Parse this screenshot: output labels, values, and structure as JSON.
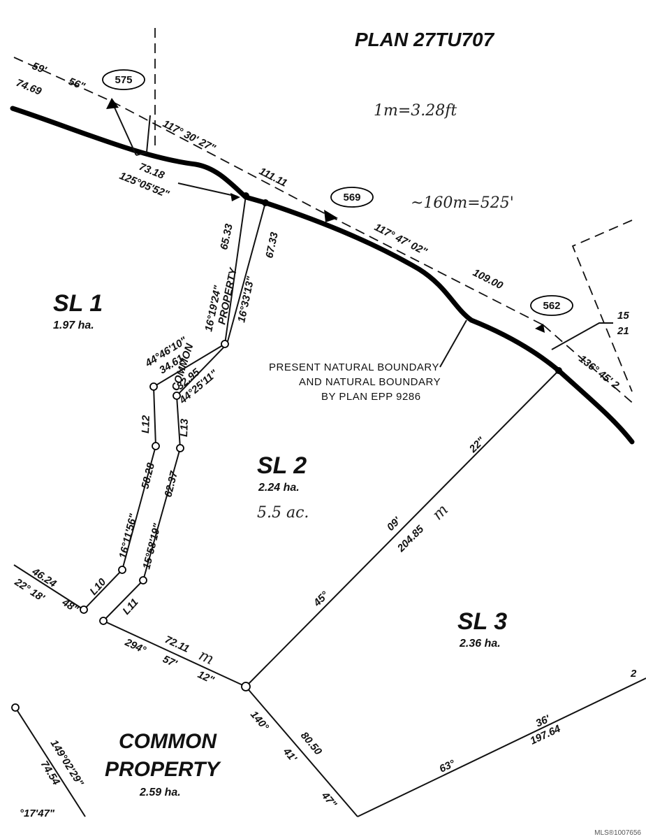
{
  "plan_title": "PLAN 27TU707",
  "handwritten": {
    "conversion": "1m=3.28ft",
    "length_note": "~160m=525'",
    "acreage_note": "5.5 ac.",
    "metres_1": "m",
    "metres_2": "m"
  },
  "lots": {
    "sl1": {
      "name": "SL 1",
      "area": "1.97 ha."
    },
    "sl2": {
      "name": "SL 2",
      "area": "2.24 ha."
    },
    "sl3": {
      "name": "SL 3",
      "area": "2.36 ha."
    },
    "common": {
      "name_line1": "COMMON",
      "name_line2": "PROPERTY",
      "area": "2.59 ha."
    },
    "common_strip": {
      "line1": "COMMON",
      "line2": "PROPERTY"
    }
  },
  "boundary_note": {
    "line1": "PRESENT NATURAL BOUNDARY",
    "line2": "AND NATURAL BOUNDARY",
    "line3": "BY PLAN EPP 9286"
  },
  "monuments": {
    "m575": "575",
    "m569": "569",
    "m562": "562"
  },
  "line_labels": {
    "l10": "L10",
    "l11": "L11",
    "l12": "L12",
    "l13": "L13"
  },
  "dimensions": {
    "top_left_bearing_a": "59'",
    "top_left_bearing_b": "56\"",
    "top_left_distance": "74.69",
    "tie_distance": "73.18",
    "tie_bearing": "125°05'52\"",
    "brg_575_569": "117° 30' 27\"",
    "dist_575_569": "111.11",
    "brg_569_562": "117° 47' 02\"",
    "dist_569_562": "109.00",
    "right_bearing": "136° 45' 2",
    "right_edge_a": "15",
    "right_edge_b": "21",
    "cp_west_bearing": "16°19'24\"",
    "cp_west_distance": "65.33",
    "cp_east_bearing": "16°33'13\"",
    "cp_east_distance": "67.33",
    "cp_nw_bearing": "44°46'10\"",
    "cp_nw_distance": "34.61",
    "cp_ne_distance": "32.95",
    "cp_ne_bearing": "44°25'11\"",
    "sw_distance_1": "58.28",
    "sw_bearing_1": "16°11'56\"",
    "sw_distance_2": "62.37",
    "sw_bearing_2": "15°58'19\"",
    "left_distance": "46.24",
    "left_bearing_a": "22° 18'",
    "left_bearing_b": "48\"",
    "south_distance": "72.11",
    "south_bearing_a": "294°",
    "south_bearing_b": "57'",
    "south_bearing_c": "12\"",
    "diag_deg": "45°",
    "diag_min": "09'",
    "diag_distance": "204.85",
    "diag_sec": "22\"",
    "sw_leg_deg": "140°",
    "sw_leg_min": "41'",
    "sw_leg_sec": "47\"",
    "sw_leg_distance": "80.50",
    "bottom_deg": "63°",
    "bottom_min": "36'",
    "bottom_distance": "197.64",
    "bottom_right": "2",
    "far_left_bearing": "149°02'29\"",
    "far_left_distance": "74.54",
    "far_left_partial": "°17'47\""
  },
  "watermark": "MLS®1007656"
}
